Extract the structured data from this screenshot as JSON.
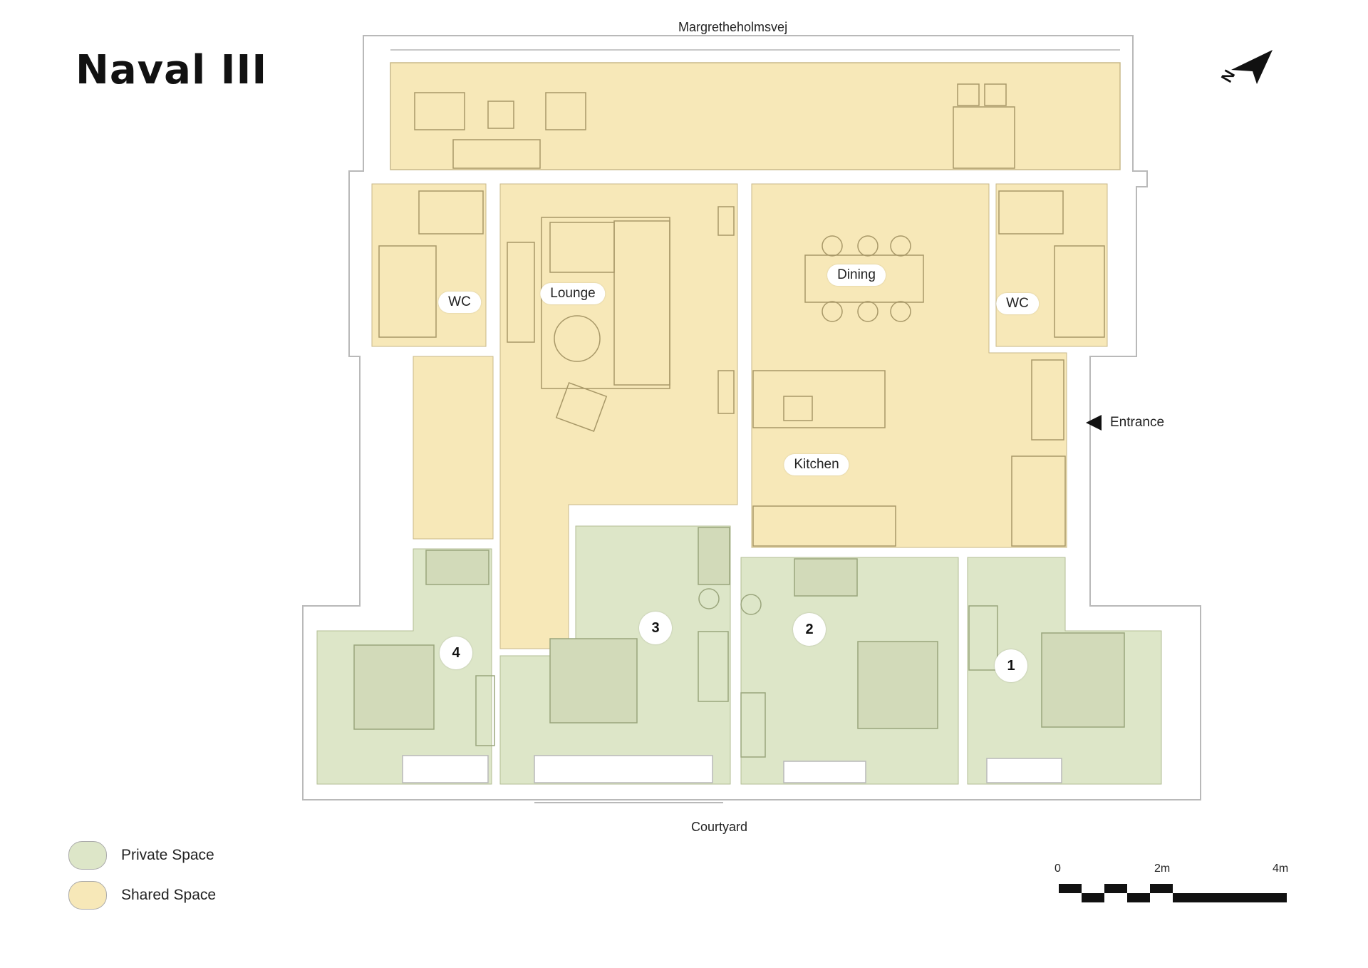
{
  "title": "Naval III",
  "street_top": "Margretheholmsvej",
  "street_bottom": "Courtyard",
  "entrance": {
    "label": "Entrance"
  },
  "colors": {
    "private": "#dde6c8",
    "shared": "#f7e8b8",
    "wall": "#ffffff",
    "outline": "#b9b9b9"
  },
  "rooms": [
    {
      "key": "wc_left",
      "label": "WC",
      "space": "shared"
    },
    {
      "key": "lounge",
      "label": "Lounge",
      "space": "shared"
    },
    {
      "key": "dining",
      "label": "Dining",
      "space": "shared"
    },
    {
      "key": "wc_right",
      "label": "WC",
      "space": "shared"
    },
    {
      "key": "kitchen",
      "label": "Kitchen",
      "space": "shared"
    },
    {
      "key": "bedroom_1",
      "label": "1",
      "space": "private"
    },
    {
      "key": "bedroom_2",
      "label": "2",
      "space": "private"
    },
    {
      "key": "bedroom_3",
      "label": "3",
      "space": "private"
    },
    {
      "key": "bedroom_4",
      "label": "4",
      "space": "private"
    }
  ],
  "legend": [
    {
      "label": "Private Space",
      "color": "#dde6c8"
    },
    {
      "label": "Shared Space",
      "color": "#f7e8b8"
    }
  ],
  "scale_bar": {
    "labels": [
      "0",
      "2m",
      "4m"
    ]
  },
  "compass": {
    "label": "N",
    "icon": "north-arrow-icon"
  }
}
